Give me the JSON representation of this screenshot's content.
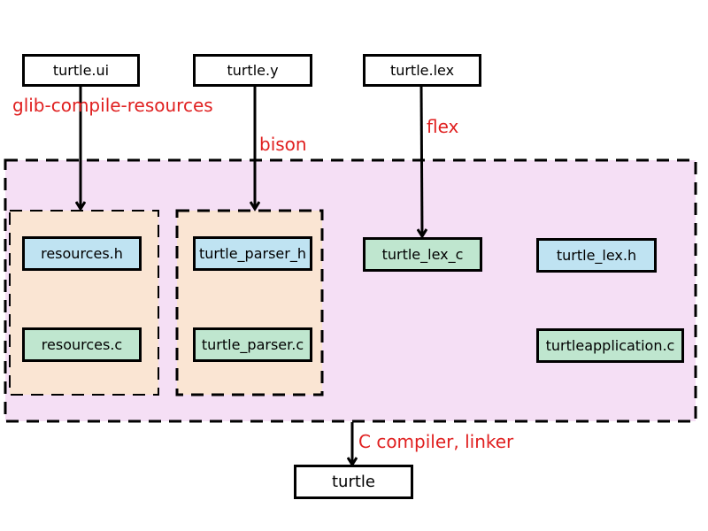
{
  "inputs": {
    "ui": "turtle.ui",
    "y": "turtle.y",
    "lex": "turtle.lex"
  },
  "tools": {
    "resources": "glib-compile-resources",
    "bison": "bison",
    "flex": "flex",
    "compiler": "C compiler, linker"
  },
  "generated": {
    "resources_h": "resources.h",
    "resources_c": "resources.c",
    "parser_h": "turtle_parser_h",
    "parser_c": "turtle_parser.c",
    "lex_c": "turtle_lex_c"
  },
  "sources": {
    "lex_h": "turtle_lex.h",
    "app_c": "turtleapplication.c"
  },
  "output": "turtle",
  "colors": {
    "outer_group": "#f5dff5",
    "sub_group": "#fae5d3",
    "header_file": "#bfe3f2",
    "source_file": "#bfe6cf",
    "tool_label": "#e02020"
  }
}
